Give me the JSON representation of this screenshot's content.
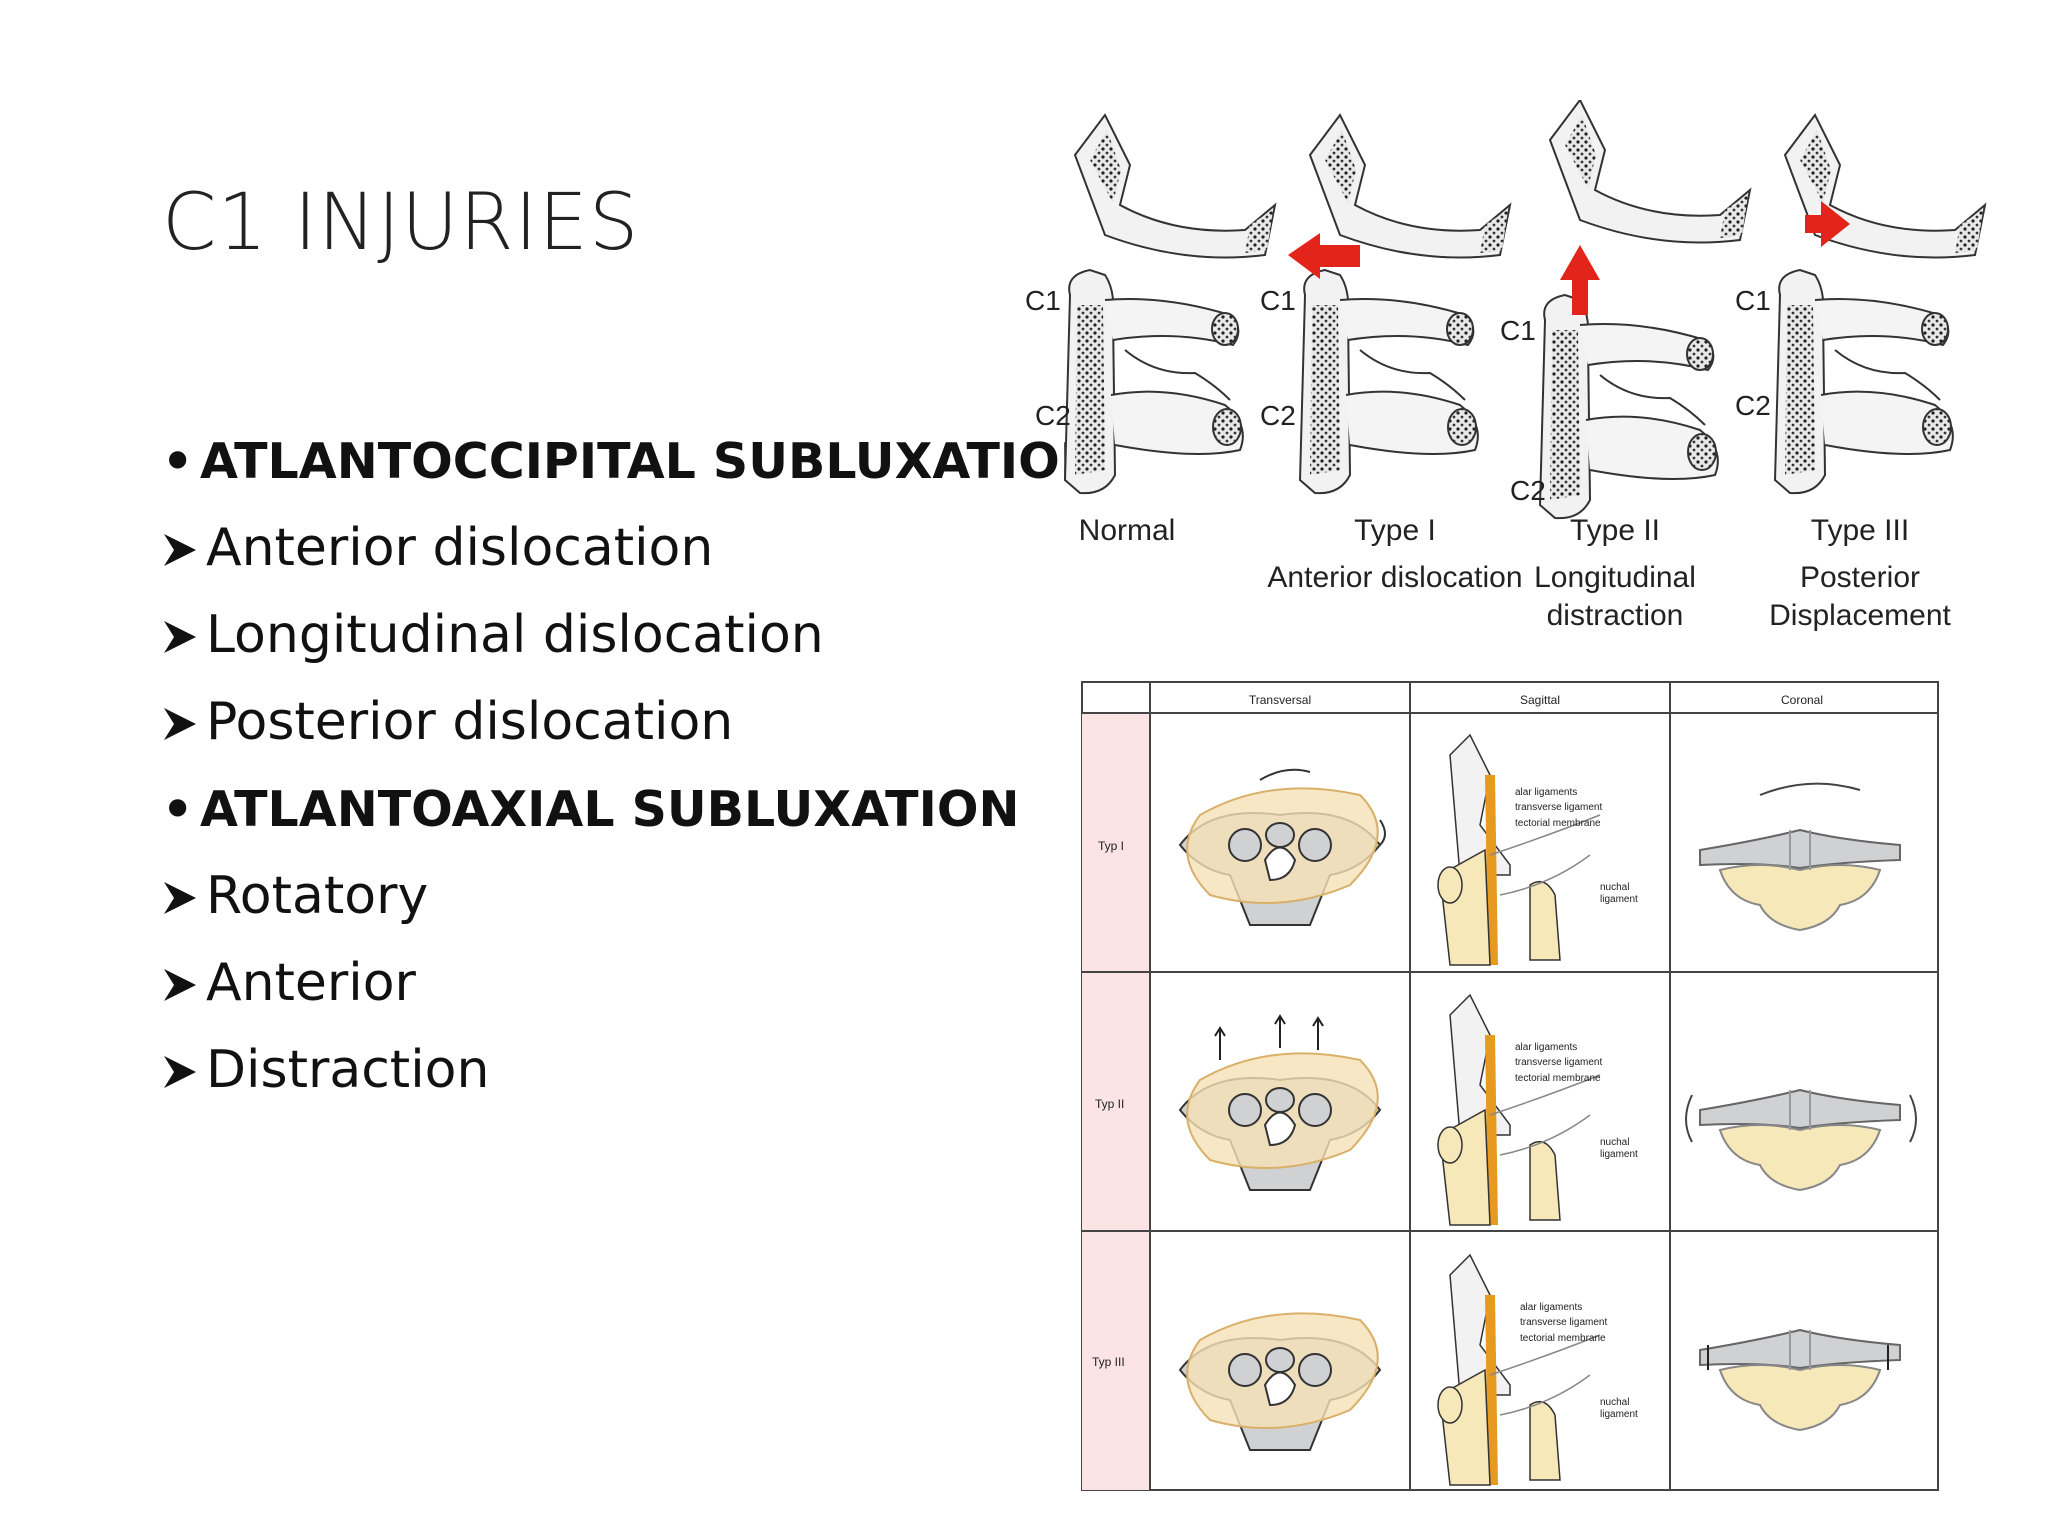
{
  "slide": {
    "title": "C1 INJURIES",
    "bullets": [
      {
        "kind": "bullet",
        "text": "ATLANTOCCIPITAL SUBLUXATION"
      },
      {
        "kind": "arrow",
        "text": "Anterior dislocation"
      },
      {
        "kind": "arrow",
        "text": "Longitudinal dislocation"
      },
      {
        "kind": "arrow",
        "text": "Posterior dislocation"
      },
      {
        "kind": "bullet",
        "text": "ATLANTOAXIAL SUBLUXATION"
      },
      {
        "kind": "arrow",
        "text": "Rotatory"
      },
      {
        "kind": "arrow",
        "text": "Anterior"
      },
      {
        "kind": "arrow",
        "text": "Distraction"
      }
    ]
  },
  "figure_top": {
    "panels": [
      {
        "caption1": "Normal",
        "caption2": "",
        "c1": "C1",
        "c2": "C2"
      },
      {
        "caption1": "Type I",
        "caption2": "Anterior dislocation",
        "c1": "C1",
        "c2": "C2"
      },
      {
        "caption1": "Type II",
        "caption2": "Longitudinal",
        "caption3": "distraction",
        "c1": "C1",
        "c2": "C2"
      },
      {
        "caption1": "Type III",
        "caption2": "Posterior",
        "caption3": "Displacement",
        "c1": "C1",
        "c2": "C2"
      }
    ],
    "arrow_color": "#e3241b"
  },
  "figure_bottom": {
    "columns": [
      "Transversal",
      "Sagittal",
      "Coronal"
    ],
    "rows": [
      "Typ I",
      "Typ II",
      "Typ III"
    ],
    "sagittal_labels": [
      "alar ligaments",
      "transverse ligament",
      "tectorial membrane",
      "nuchal",
      "ligament"
    ],
    "colors": {
      "bone": "#f6e8b8",
      "ligament": "#e69a1f",
      "grey": "#cfd1d3",
      "pink": "#fbe3e6"
    }
  }
}
